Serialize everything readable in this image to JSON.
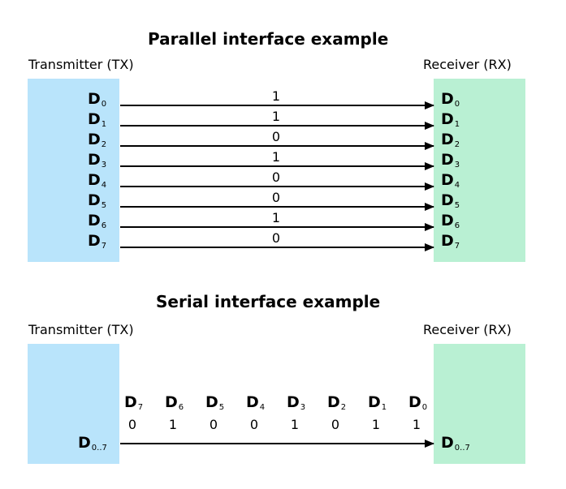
{
  "parallel": {
    "title": "Parallel interface example",
    "tx_label": "Transmitter (TX)",
    "rx_label": "Receiver (RX)",
    "lines": [
      {
        "tx_sub": "0",
        "rx_sub": "0",
        "bit": "1"
      },
      {
        "tx_sub": "1",
        "rx_sub": "1",
        "bit": "1"
      },
      {
        "tx_sub": "2",
        "rx_sub": "2",
        "bit": "0"
      },
      {
        "tx_sub": "3",
        "rx_sub": "3",
        "bit": "1"
      },
      {
        "tx_sub": "4",
        "rx_sub": "4",
        "bit": "0"
      },
      {
        "tx_sub": "5",
        "rx_sub": "5",
        "bit": "0"
      },
      {
        "tx_sub": "6",
        "rx_sub": "6",
        "bit": "1"
      },
      {
        "tx_sub": "7",
        "rx_sub": "7",
        "bit": "0"
      }
    ]
  },
  "serial": {
    "title": "Serial interface example",
    "tx_label": "Transmitter (TX)",
    "rx_label": "Receiver (RX)",
    "tx_sub": "0..7",
    "rx_sub": "0..7",
    "sequence": [
      {
        "sub": "7",
        "bit": "0"
      },
      {
        "sub": "6",
        "bit": "1"
      },
      {
        "sub": "5",
        "bit": "0"
      },
      {
        "sub": "4",
        "bit": "0"
      },
      {
        "sub": "3",
        "bit": "1"
      },
      {
        "sub": "2",
        "bit": "0"
      },
      {
        "sub": "1",
        "bit": "1"
      },
      {
        "sub": "0",
        "bit": "1"
      }
    ]
  },
  "symbol": "D",
  "colors": {
    "tx_box": "#b9e4fb",
    "rx_box": "#b9f0d3",
    "line": "#000000"
  }
}
